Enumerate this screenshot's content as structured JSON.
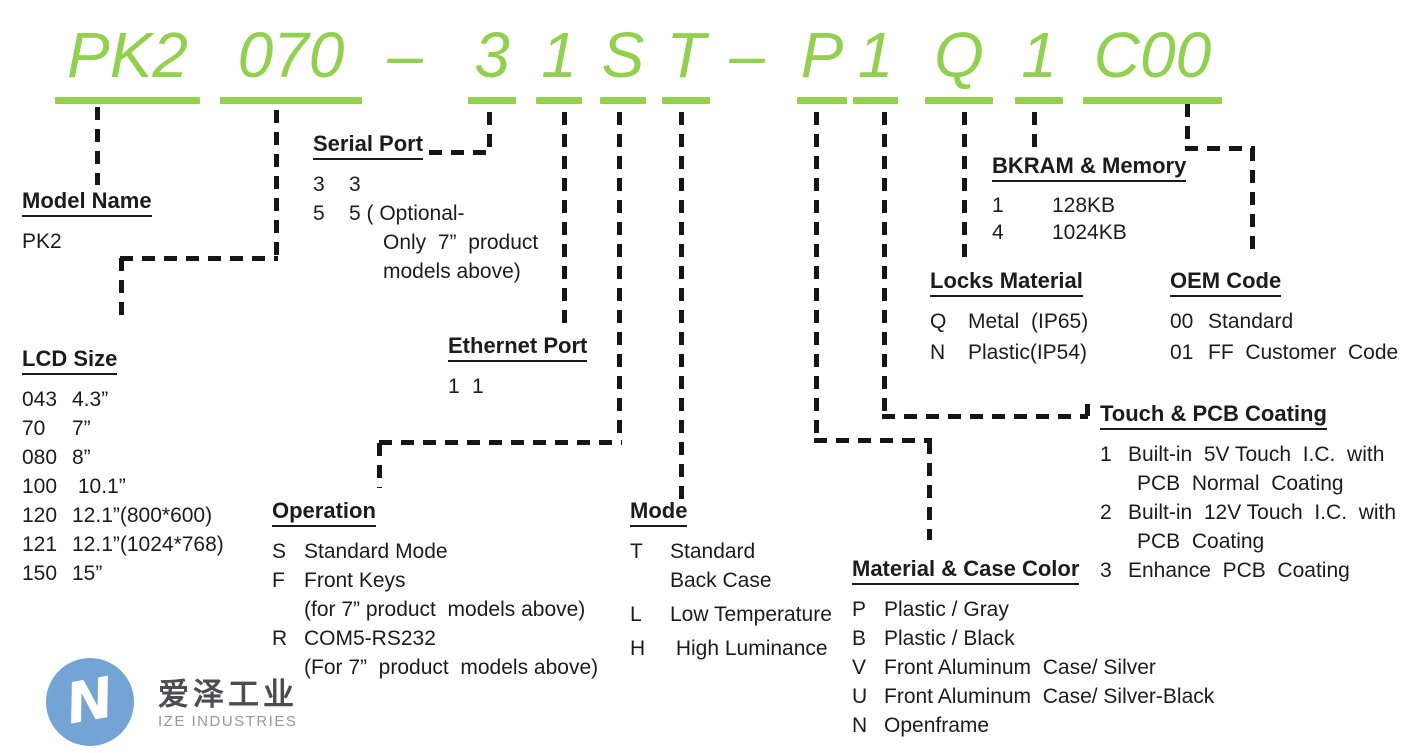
{
  "title": {
    "segments": [
      {
        "text": "PK2",
        "underline": true
      },
      {
        "text": "070",
        "underline": true
      },
      {
        "text": "–",
        "underline": false
      },
      {
        "text": "3",
        "underline": true
      },
      {
        "text": "1",
        "underline": true
      },
      {
        "text": "S",
        "underline": true
      },
      {
        "text": "T",
        "underline": true
      },
      {
        "text": "–",
        "underline": false
      },
      {
        "text": "P",
        "underline": true
      },
      {
        "text": "1",
        "underline": true
      },
      {
        "text": "Q",
        "underline": true
      },
      {
        "text": "1",
        "underline": true
      },
      {
        "text": "C00",
        "underline": true
      }
    ]
  },
  "sections": {
    "model": {
      "header": "Model Name",
      "items": [
        {
          "c": "PK2",
          "l": []
        }
      ]
    },
    "lcd": {
      "header": "LCD Size",
      "items": [
        {
          "c": "043",
          "l": [
            "4.3”"
          ]
        },
        {
          "c": "70",
          "l": [
            "7”"
          ]
        },
        {
          "c": "080",
          "l": [
            "8”"
          ]
        },
        {
          "c": "100",
          "l": [
            " 10.1”"
          ]
        },
        {
          "c": "120",
          "l": [
            "12.1”(800*600)"
          ]
        },
        {
          "c": "121",
          "l": [
            "12.1”(1024*768)"
          ]
        },
        {
          "c": "150",
          "l": [
            "15”"
          ]
        }
      ]
    },
    "serial": {
      "header": "Serial Port",
      "items": [
        {
          "c": "3",
          "l": [
            "3"
          ]
        },
        {
          "c": "5",
          "l": [
            "5 ( Optional-",
            "Only  7”  product",
            "models above)"
          ]
        }
      ]
    },
    "ethernet": {
      "header": "Ethernet Port",
      "items": [
        {
          "c": "1",
          "l": [
            "1"
          ]
        }
      ]
    },
    "operation": {
      "header": "Operation",
      "items": [
        {
          "c": "S",
          "l": [
            "Standard Mode"
          ]
        },
        {
          "c": "F",
          "l": [
            "Front Keys",
            "(for 7” product  models above)"
          ]
        },
        {
          "c": "R",
          "l": [
            "COM5-RS232",
            "(For 7”  product  models above)"
          ]
        }
      ]
    },
    "mode": {
      "header": "Mode",
      "items": [
        {
          "c": "T",
          "l": [
            "Standard",
            "Back Case"
          ]
        },
        {
          "c": "L",
          "l": [
            "Low Temperature"
          ]
        },
        {
          "c": "H",
          "l": [
            " High Luminance"
          ]
        }
      ]
    },
    "material": {
      "header": "Material & Case Color",
      "items": [
        {
          "c": "P",
          "l": [
            "Plastic / Gray"
          ]
        },
        {
          "c": "B",
          "l": [
            "Plastic / Black"
          ]
        },
        {
          "c": "V",
          "l": [
            "Front Aluminum  Case/ Silver"
          ]
        },
        {
          "c": "U",
          "l": [
            "Front Aluminum  Case/ Silver-Black"
          ]
        },
        {
          "c": "N",
          "l": [
            "Openframe"
          ]
        }
      ]
    },
    "touch": {
      "header": "Touch & PCB Coating",
      "items": [
        {
          "c": "1",
          "l": [
            "Built-in  5V Touch  I.C.  with",
            "PCB  Normal  Coating"
          ]
        },
        {
          "c": "2",
          "l": [
            "Built-in  12V Touch  I.C.  with",
            "PCB  Coating"
          ]
        },
        {
          "c": "3",
          "l": [
            "Enhance  PCB  Coating"
          ]
        }
      ]
    },
    "bkram": {
      "header": "BKRAM & Memory",
      "items": [
        {
          "c": "1",
          "l": [
            "128KB"
          ]
        },
        {
          "c": "4",
          "l": [
            "1024KB"
          ]
        }
      ]
    },
    "locks": {
      "header": "Locks Material",
      "items": [
        {
          "c": "Q",
          "l": [
            "Metal  (IP65)"
          ]
        },
        {
          "c": "N",
          "l": [
            "Plastic(IP54)"
          ]
        }
      ]
    },
    "oem": {
      "header": "OEM Code",
      "items": [
        {
          "c": "00",
          "l": [
            "Standard"
          ]
        },
        {
          "c": "01",
          "l": [
            "FF  Customer  Code"
          ]
        }
      ]
    }
  },
  "logo": {
    "cn": "爱泽工业",
    "en": "IZE INDUSTRIES"
  },
  "colors": {
    "accent_green": "#92d050",
    "text_black": "#1c1c1c",
    "logo_blue": "#74a4d4"
  }
}
